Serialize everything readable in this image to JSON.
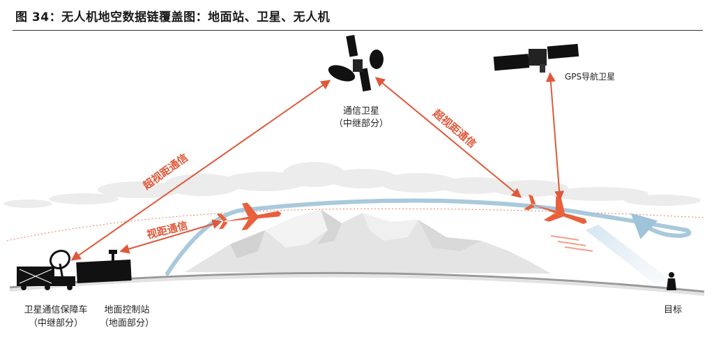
{
  "figure": {
    "title": "图 34：无人机地空数据链覆盖图：地面站、卫星、无人机"
  },
  "nodes": {
    "comm_satellite": {
      "name": "通信卫星",
      "role": "（中继部分）"
    },
    "gps_satellite": {
      "name": "GPS导航卫星"
    },
    "sat_comm_vehicle": {
      "name": "卫星通信保障车",
      "role": "（中继部分）"
    },
    "ground_station": {
      "name": "地面控制站",
      "role": "（地面部分）"
    },
    "target": {
      "name": "目标"
    }
  },
  "links": {
    "blos_left": "超视距通信",
    "blos_right": "超视距通信",
    "los": "视距通信"
  },
  "colors": {
    "link_arrow": "#e0583a",
    "drone": "#e8603c",
    "flight_path": "#a9c9dc",
    "mountains": "#e4e4e4",
    "clouds": "#ececec",
    "silhouette": "#111111"
  }
}
